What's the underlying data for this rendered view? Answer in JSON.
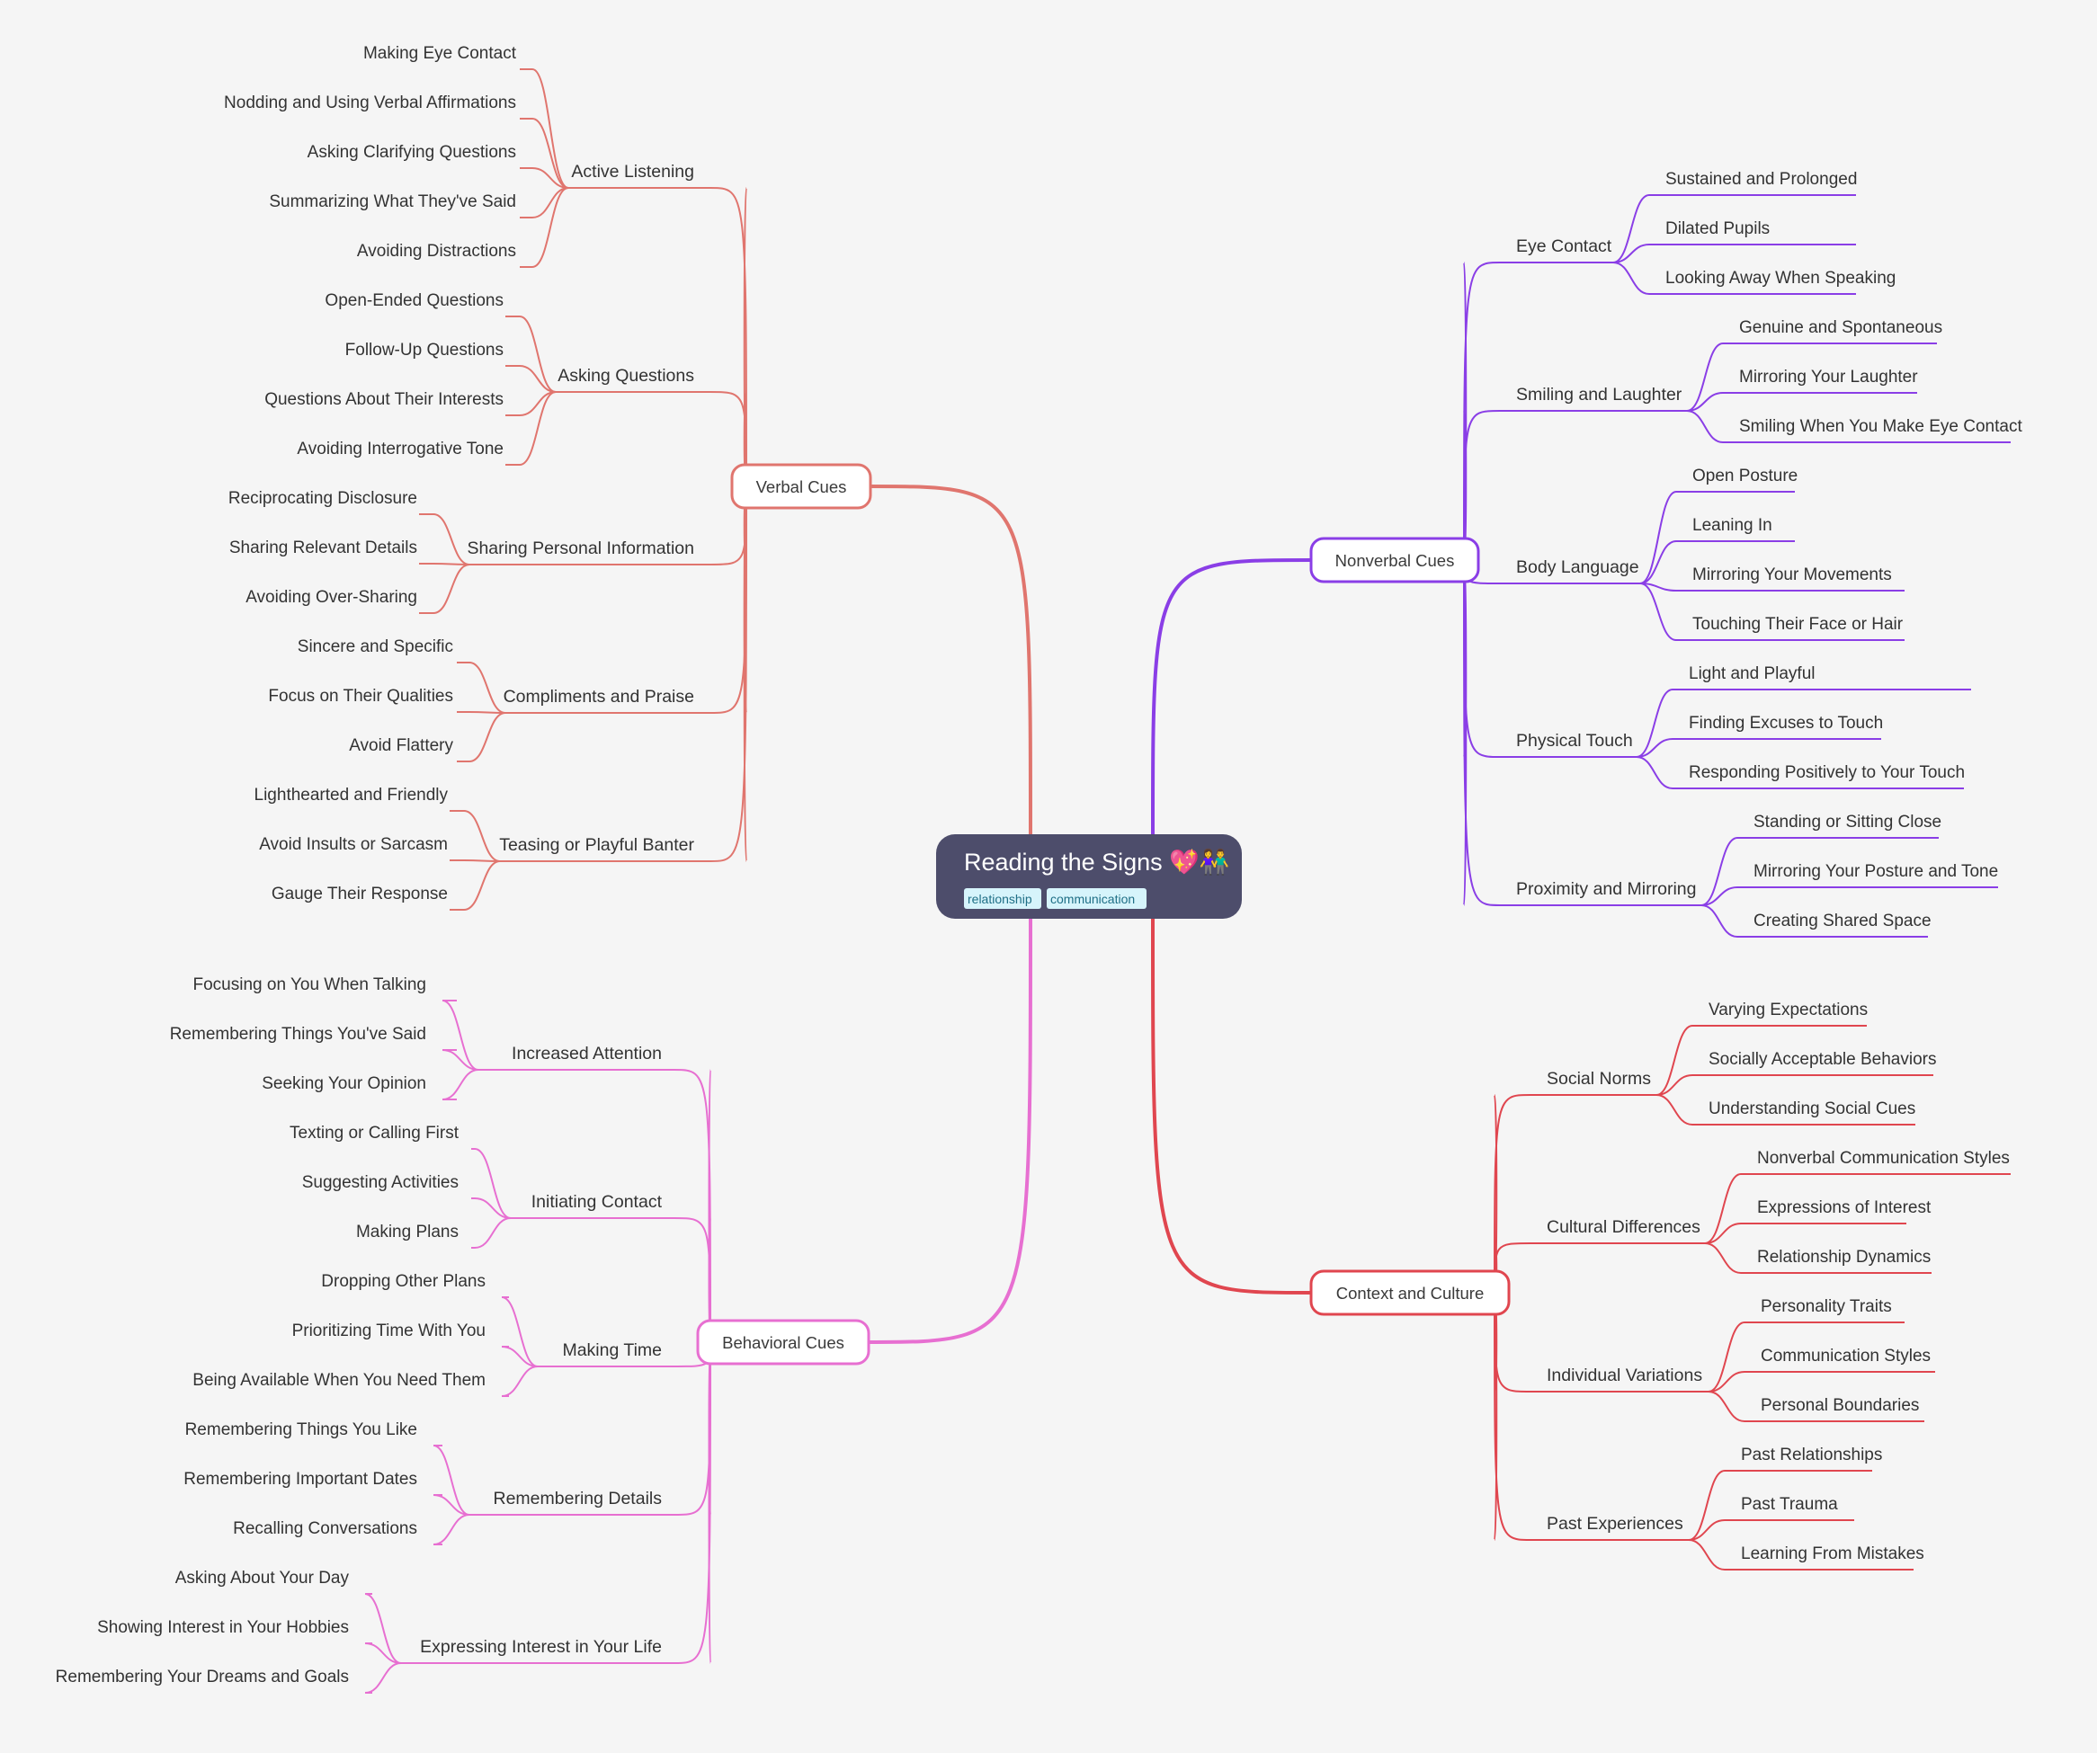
{
  "root": {
    "title": "Reading the Signs 💖👫",
    "tags": [
      "relationship",
      "communication"
    ]
  },
  "colors": {
    "background": "#f5f5f5",
    "root_fill": "#4d4d6b",
    "tag_fill": "#d6f4fb",
    "verbal": "#e0756e",
    "nonverbal": "#8a3ee6",
    "behavioral": "#e76fd1",
    "context": "#e0464f"
  },
  "branches": [
    {
      "label": "Verbal Cues",
      "color_key": "verbal",
      "children": [
        {
          "label": "Active Listening",
          "children": [
            "Making Eye Contact",
            "Nodding and Using Verbal Affirmations",
            "Asking Clarifying Questions",
            "Summarizing What They've Said",
            "Avoiding Distractions"
          ]
        },
        {
          "label": "Asking Questions",
          "children": [
            "Open-Ended Questions",
            "Follow-Up Questions",
            "Questions About Their Interests",
            "Avoiding Interrogative Tone"
          ]
        },
        {
          "label": "Sharing Personal Information",
          "children": [
            "Reciprocating Disclosure",
            "Sharing Relevant Details",
            "Avoiding Over-Sharing"
          ]
        },
        {
          "label": "Compliments and Praise",
          "children": [
            "Sincere and Specific",
            "Focus on Their Qualities",
            "Avoid Flattery"
          ]
        },
        {
          "label": "Teasing or Playful Banter",
          "children": [
            "Lighthearted and Friendly",
            "Avoid Insults or Sarcasm",
            "Gauge Their Response"
          ]
        }
      ]
    },
    {
      "label": "Behavioral Cues",
      "color_key": "behavioral",
      "children": [
        {
          "label": "Increased Attention",
          "children": [
            "Focusing on You When Talking",
            "Remembering Things You've Said",
            "Seeking Your Opinion"
          ]
        },
        {
          "label": "Initiating Contact",
          "children": [
            "Texting or Calling First",
            "Suggesting Activities",
            "Making Plans"
          ]
        },
        {
          "label": "Making Time",
          "children": [
            "Dropping Other Plans",
            "Prioritizing Time With You",
            "Being Available When You Need Them"
          ]
        },
        {
          "label": "Remembering Details",
          "children": [
            "Remembering Things You Like",
            "Remembering Important Dates",
            "Recalling Conversations"
          ]
        },
        {
          "label": "Expressing Interest in Your Life",
          "children": [
            "Asking About Your Day",
            "Showing Interest in Your Hobbies",
            "Remembering Your Dreams and Goals"
          ]
        }
      ]
    },
    {
      "label": "Nonverbal Cues",
      "color_key": "nonverbal",
      "children": [
        {
          "label": "Eye Contact",
          "children": [
            "Sustained and Prolonged",
            "Dilated Pupils",
            "Looking Away When Speaking"
          ]
        },
        {
          "label": "Smiling and Laughter",
          "children": [
            "Genuine and Spontaneous",
            "Mirroring Your Laughter",
            "Smiling When You Make Eye Contact"
          ]
        },
        {
          "label": "Body Language",
          "children": [
            "Open Posture",
            "Leaning In",
            "Mirroring Your Movements",
            "Touching Their Face or Hair"
          ]
        },
        {
          "label": "Physical Touch",
          "children": [
            "Light and Playful",
            "Finding Excuses to Touch",
            "Responding Positively to Your Touch"
          ]
        },
        {
          "label": "Proximity and Mirroring",
          "children": [
            "Standing or Sitting Close",
            "Mirroring Your Posture and Tone",
            "Creating Shared Space"
          ]
        }
      ]
    },
    {
      "label": "Context and Culture",
      "color_key": "context",
      "children": [
        {
          "label": "Social Norms",
          "children": [
            "Varying Expectations",
            "Socially Acceptable Behaviors",
            "Understanding Social Cues"
          ]
        },
        {
          "label": "Cultural Differences",
          "children": [
            "Nonverbal Communication Styles",
            "Expressions of Interest",
            "Relationship Dynamics"
          ]
        },
        {
          "label": "Individual Variations",
          "children": [
            "Personality Traits",
            "Communication Styles",
            "Personal Boundaries"
          ]
        },
        {
          "label": "Past Experiences",
          "children": [
            "Past Relationships",
            "Past Trauma",
            "Learning From Mistakes"
          ]
        }
      ]
    }
  ]
}
